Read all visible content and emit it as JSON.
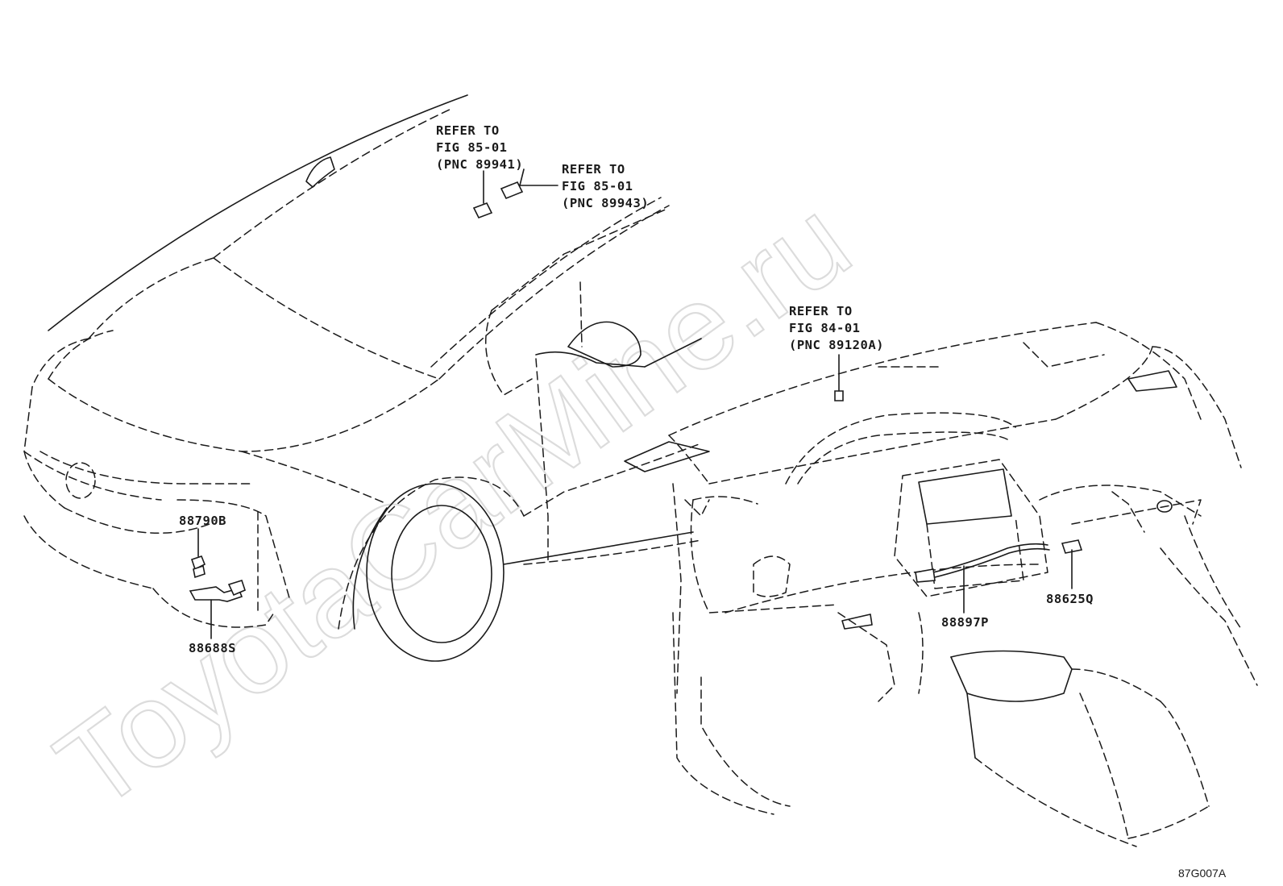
{
  "watermark": "ToyotaCarMine.ru",
  "figure_code": "87G007A",
  "callouts": {
    "ref_89941": [
      "REFER TO",
      "FIG 85-01",
      "(PNC 89941)"
    ],
    "ref_89943": [
      "REFER TO",
      "FIG 85-01",
      "(PNC 89943)"
    ],
    "ref_89120a": [
      "REFER TO",
      "FIG 84-01",
      "(PNC 89120A)"
    ]
  },
  "parts": {
    "p88790b": "88790B",
    "p88688s": "88688S",
    "p88897p": "88897P",
    "p88625q": "88625Q"
  }
}
